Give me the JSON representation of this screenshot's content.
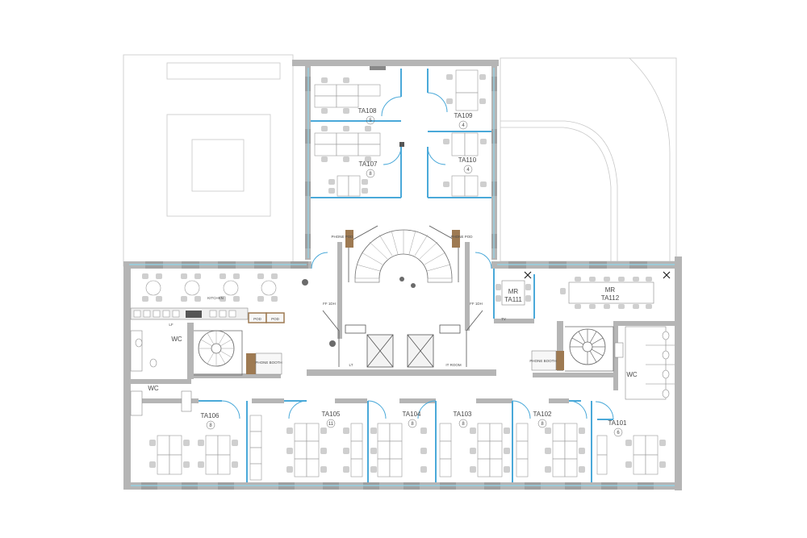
{
  "plan": {
    "rooms": [
      {
        "id": "TA108",
        "name": "TA108",
        "capacity": "5"
      },
      {
        "id": "TA107",
        "name": "TA107",
        "capacity": "8"
      },
      {
        "id": "TA109",
        "name": "TA109",
        "capacity": "4"
      },
      {
        "id": "TA110",
        "name": "TA110",
        "capacity": "4"
      },
      {
        "id": "TA106",
        "name": "TA106",
        "capacity": "8"
      },
      {
        "id": "TA105",
        "name": "TA105",
        "capacity": "11"
      },
      {
        "id": "TA104",
        "name": "TA104",
        "capacity": "8"
      },
      {
        "id": "TA103",
        "name": "TA103",
        "capacity": "8"
      },
      {
        "id": "TA102",
        "name": "TA102",
        "capacity": "8"
      },
      {
        "id": "TA101",
        "name": "TA101",
        "capacity": "6"
      }
    ],
    "labels": {
      "kitchen": "KITCHEN",
      "wc_left_upper": "WC",
      "wc_left_lower": "WC",
      "wc_right": "WC",
      "pod1": "POD",
      "pod2": "POD",
      "phone_pod_left": "PHONE POD",
      "phone_pod_right": "PHONE POD",
      "phone_booth_left": "PHONE BOOTH",
      "phone_booth_right": "PHONE BOOTH",
      "ff_left": "FF 1DH",
      "ff_right": "FF 1DH",
      "lt": "LT",
      "it_room": "IT ROOM",
      "tv": "TV",
      "mr_small_top": "MR",
      "mr_small_bottom": "TA111",
      "mr_large_top": "MR",
      "mr_large_bottom": "TA112",
      "lf": "LF"
    }
  }
}
